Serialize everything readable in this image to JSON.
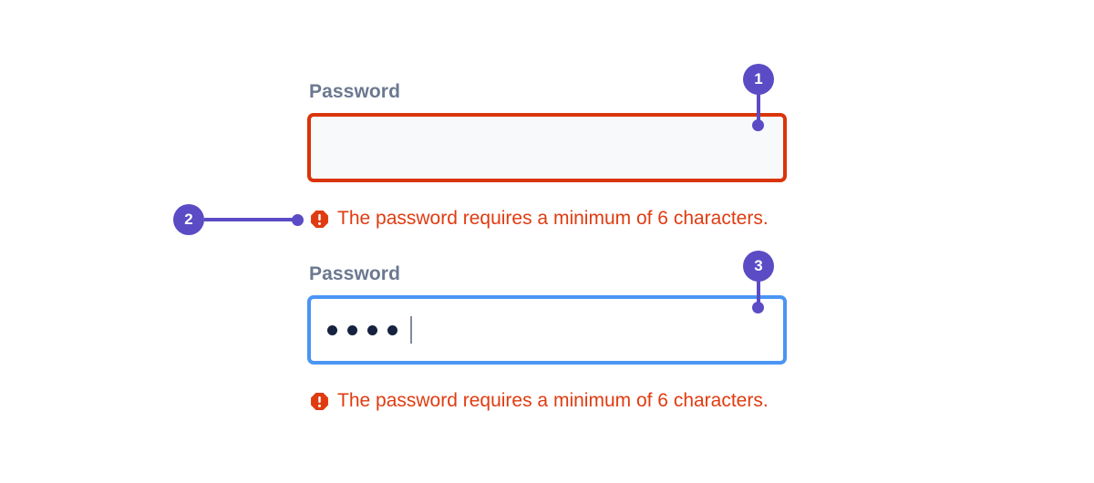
{
  "colors": {
    "error_border": "#da3409",
    "error_text": "#e03b10",
    "focus_border": "#4a95f5",
    "callout_purple": "#5b4bc4",
    "label_gray": "#6b7890",
    "input_error_fill": "#f8f9fb",
    "input_focus_fill": "#ffffff",
    "masked_dot": "#16223f",
    "page_background": "#ffffff"
  },
  "fields": [
    {
      "id": "password-error",
      "label": "Password",
      "value": "",
      "placeholder": "",
      "state": "error",
      "masked_char_count": 0,
      "caret_visible": false,
      "error": {
        "icon": "error-octagon-icon",
        "text": "The password requires a minimum of 6 characters."
      }
    },
    {
      "id": "password-focused",
      "label": "Password",
      "value": "••••",
      "placeholder": "",
      "state": "focused",
      "masked_char_count": 4,
      "caret_visible": true,
      "error": {
        "icon": "error-octagon-icon",
        "text": "The password requires a minimum of 6 characters."
      }
    }
  ],
  "callouts": [
    {
      "number": "1",
      "target": "password-error-input-border"
    },
    {
      "number": "2",
      "target": "password-error-message"
    },
    {
      "number": "3",
      "target": "password-focused-input-border"
    }
  ]
}
